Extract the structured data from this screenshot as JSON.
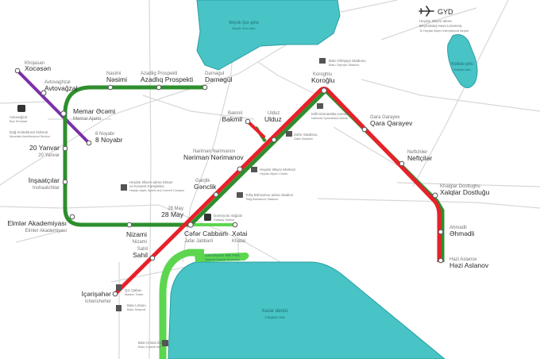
{
  "colors": {
    "water": "#48c3c6",
    "water_edge": "#2a9fa3",
    "green_line": "#2d8f2d",
    "red_line": "#e8202a",
    "purple_line": "#7b2fa8",
    "light_green_line": "#5cd64f",
    "street": "#d7d7d7"
  },
  "water": {
    "boyuk_shor": {
      "name": "Böyük Şor gölü",
      "sub": "Boyuk Shor lake"
    },
    "bulbule": {
      "name": "Bülbülə gölü",
      "sub": "Bulbula lake"
    },
    "caspian": {
      "name": "Xəzər dənizi",
      "sub": "Caspian sea"
    }
  },
  "airport": {
    "code": "GYD",
    "name": "Heydər Əliyev adına",
    "name2": "Beynəlxalq Hava Limanına",
    "sub": "To Heydar Aliyev International Airport"
  },
  "stations": {
    "xocasan": {
      "name": "Xocəsən",
      "sub": "Khojasan"
    },
    "avtovagzal": {
      "name": "Avtovağzal",
      "sub": "Avtovaghzal"
    },
    "memar_ajami": {
      "name": "Memar Əcəmi",
      "sub": "Memar Ajami"
    },
    "noyabr8": {
      "name": "8 Noyabr",
      "sub": "8 Noyabr"
    },
    "nasimi": {
      "name": "Nəsimi",
      "sub": "Nasimi"
    },
    "azadliq": {
      "name": "Azadlıq Prospekti",
      "sub": "Azadlig Prospekti"
    },
    "darnagul": {
      "name": "Dərnəgül",
      "sub": "Darnagul"
    },
    "yanvar20": {
      "name": "20 Yanvar",
      "sub": "20 Yanvar"
    },
    "inshaatchilar": {
      "name": "İnşaatçılar",
      "sub": "Inshaatchilar"
    },
    "elmlar": {
      "name": "Elmlər Akademiyası",
      "sub": "Elmler Akademiyasi"
    },
    "nizami": {
      "name": "Nizami",
      "sub": "Nizami"
    },
    "may28": {
      "name": "28 May",
      "sub": "28 May"
    },
    "jafar": {
      "name": "Cəfər Cabbarlı",
      "sub": "Jafar Jabbarli"
    },
    "khatai": {
      "name": "Xətai",
      "sub": "Khatai"
    },
    "sahil": {
      "name": "Sahil",
      "sub": "Sahil"
    },
    "icherisheher": {
      "name": "İçərişəhər",
      "sub": "Icherisheher"
    },
    "ganjlik": {
      "name": "Gənclik",
      "sub": "Ganjlik"
    },
    "nariman": {
      "name": "Nəriman Nərimanov",
      "sub": "Nariman Narimanov"
    },
    "bakmil": {
      "name": "Bakmil",
      "sub": "Bakmil"
    },
    "ulduz": {
      "name": "Ulduz",
      "sub": "Ulduz"
    },
    "koroglu": {
      "name": "Koroğlu",
      "sub": "Koroghlu"
    },
    "qara": {
      "name": "Qara Qarayev",
      "sub": "Gara Garayev"
    },
    "neftchilar": {
      "name": "Neftçilər",
      "sub": "Neftchiler"
    },
    "xalqlar": {
      "name": "Xalqlar Dostluğu",
      "sub": "Khalglar Dostlughu"
    },
    "ahmadli": {
      "name": "Əhmədli",
      "sub": "Ahmadli"
    },
    "hazi": {
      "name": "Həzi Aslanov",
      "sub": "Hazi Aslanov"
    }
  },
  "landmarks": {
    "avtovagzal_bus": {
      "name": "Avtovağzal",
      "sub": "Bus Terminal"
    },
    "olimpiya": {
      "name": "Dağ Arxitektural Xidməti",
      "sub": "Mountain Architectural Service"
    },
    "baki_olimpiya": {
      "name": "Bakı Olimpiya Stadionu",
      "sub": "Baku Olympic Stadium"
    },
    "milli_gimnastika": {
      "name": "Milli Gimnastika Arenası",
      "sub": "National Gymnastics Arena"
    },
    "zafar_stadium": {
      "name": "Zəfər Stadionu",
      "sub": "Zafar Stadium"
    },
    "heydar_center": {
      "name": "Heydər Əliyev Mərkəzi",
      "sub": "Heydar Aliyev Center"
    },
    "heydar_sport": {
      "name": "Heydər Əliyev adına İdman",
      "sub2": "və Konsert Kompleksi",
      "sub": "Heydar Aliyev Sports and Concert Complex"
    },
    "tofiq": {
      "name": "Tofiq Bəhramov adına Stadion",
      "sub": "Tofig Bahramov Stadium"
    },
    "railway": {
      "name": "Dəmiryolu Vağzalı",
      "sub": "Railway Station"
    },
    "bulvar": {
      "name": "Dənizkənarı Milli Park",
      "sub": "National Seaside Boulevard"
    },
    "qiz_qalasi": {
      "name": "Qız Qalası",
      "sub": "Maiden Tower"
    },
    "seaport": {
      "name": "Bakı Limanı",
      "sub": "Baku Seaport"
    },
    "crystal": {
      "name": "Bakı Kristal Zal",
      "sub": "Baku Crystal Hall"
    }
  }
}
